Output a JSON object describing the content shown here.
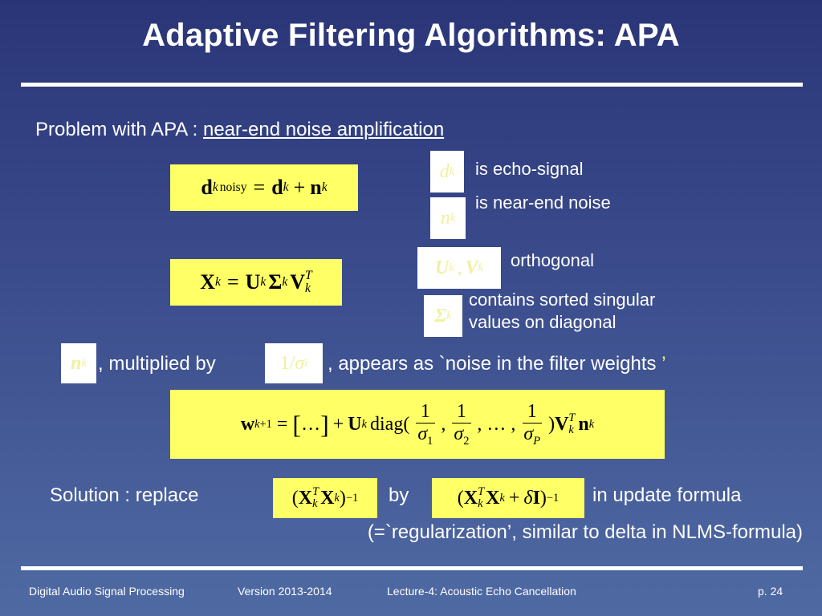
{
  "slide": {
    "title": "Adaptive Filtering Algorithms: APA",
    "problem_label": "Problem with APA :",
    "problem_topic": "near-end noise amplification",
    "d_desc": "is echo-signal",
    "n_desc": "is near-end noise",
    "uv_desc": "orthogonal",
    "sigma_desc_line1": "contains sorted singular",
    "sigma_desc_line2": "values on diagonal",
    "multiplied_by": ", multiplied by",
    "appears_as": ", appears as `noise in the filter weights",
    "closing_quote": "’",
    "solution_label": "Solution : replace",
    "by": "by",
    "in_update": "in update formula",
    "regularization_note": "(=`regularization’, similar to delta in NLMS-formula)"
  },
  "footer": {
    "course": "Digital Audio Signal Processing",
    "version": "Version 2013-2014",
    "lecture": "Lecture-4: Acoustic Echo Cancellation",
    "page": "p. 24"
  },
  "colors": {
    "highlight": "#ffff66",
    "background_top": "#2a3577",
    "background_bottom": "#4f6aa3"
  }
}
